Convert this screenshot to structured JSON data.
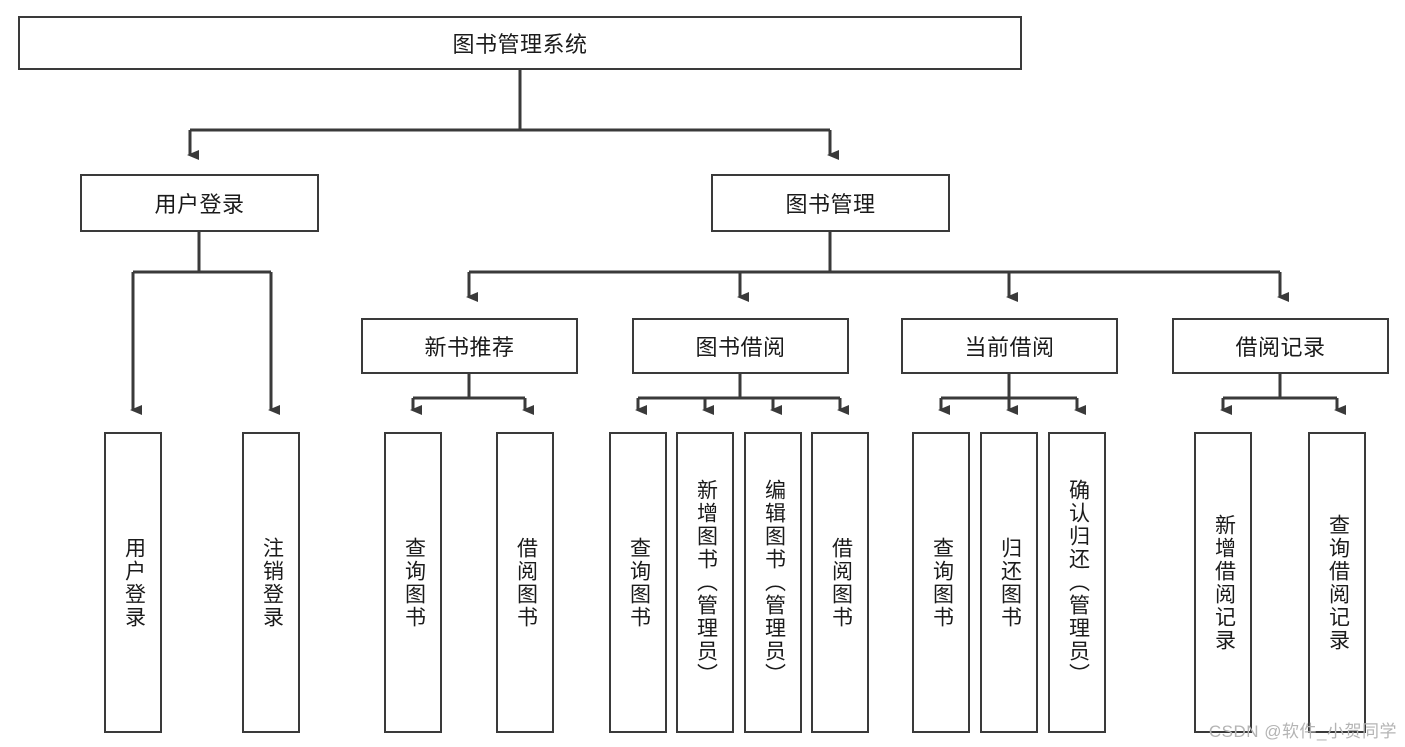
{
  "diagram": {
    "title": "图书管理系统",
    "type": "tree-hierarchy-diagram",
    "watermark": "CSDN @软件_小贺同学",
    "colors": {
      "stroke": "#3a3a3a",
      "fill": "#ffffff",
      "text": "#1b1b1b",
      "watermark": "#b4b4b4"
    },
    "root": {
      "label": "图书管理系统"
    },
    "level2": [
      {
        "id": "user-login",
        "label": "用户登录"
      },
      {
        "id": "book-manage",
        "label": "图书管理"
      }
    ],
    "level3": [
      {
        "id": "new-book-rec",
        "label": "新书推荐"
      },
      {
        "id": "book-borrow",
        "label": "图书借阅"
      },
      {
        "id": "current-borrow",
        "label": "当前借阅"
      },
      {
        "id": "borrow-record",
        "label": "借阅记录"
      }
    ],
    "leaves": {
      "user-login": [
        {
          "id": "leaf-user-login",
          "label": "用户登录"
        },
        {
          "id": "leaf-logout",
          "label": "注销登录"
        }
      ],
      "new-book-rec": [
        {
          "id": "leaf-query-book-1",
          "label": "查询图书"
        },
        {
          "id": "leaf-borrow-book-1",
          "label": "借阅图书"
        }
      ],
      "book-borrow": [
        {
          "id": "leaf-query-book-2",
          "label": "查询图书"
        },
        {
          "id": "leaf-add-book",
          "label": "新增图书（管理员）"
        },
        {
          "id": "leaf-edit-book",
          "label": "编辑图书（管理员）"
        },
        {
          "id": "leaf-borrow-book-2",
          "label": "借阅图书"
        }
      ],
      "current-borrow": [
        {
          "id": "leaf-query-book-3",
          "label": "查询图书"
        },
        {
          "id": "leaf-return-book",
          "label": "归还图书"
        },
        {
          "id": "leaf-confirm-return",
          "label": "确认归还（管理员）"
        }
      ],
      "borrow-record": [
        {
          "id": "leaf-add-record",
          "label": "新增借阅记录"
        },
        {
          "id": "leaf-query-record",
          "label": "查询借阅记录"
        }
      ]
    }
  }
}
